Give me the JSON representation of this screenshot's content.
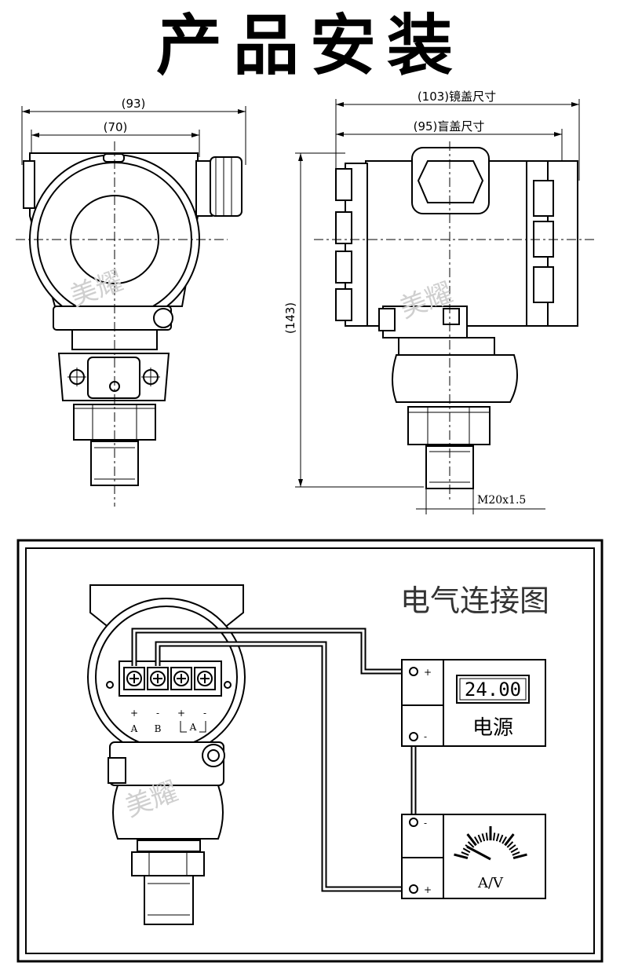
{
  "title": "产品安装",
  "dimensions": {
    "width_outer": "(93)",
    "width_inner": "(70)",
    "mirror_cover": "(103)镜盖尺寸",
    "blind_cover": "(95)盲盖尺寸",
    "height": "(143)",
    "thread": "M20x1.5"
  },
  "watermark": "美耀",
  "wiring": {
    "heading": "电气连接图",
    "terminal_labels": [
      "A",
      "B",
      "A"
    ],
    "terminal_signs": [
      "+",
      "-",
      "+",
      "-"
    ],
    "power_display": "24.00",
    "power_label": "电源",
    "meter_label": "A/V",
    "plus": "+",
    "minus": "-"
  }
}
